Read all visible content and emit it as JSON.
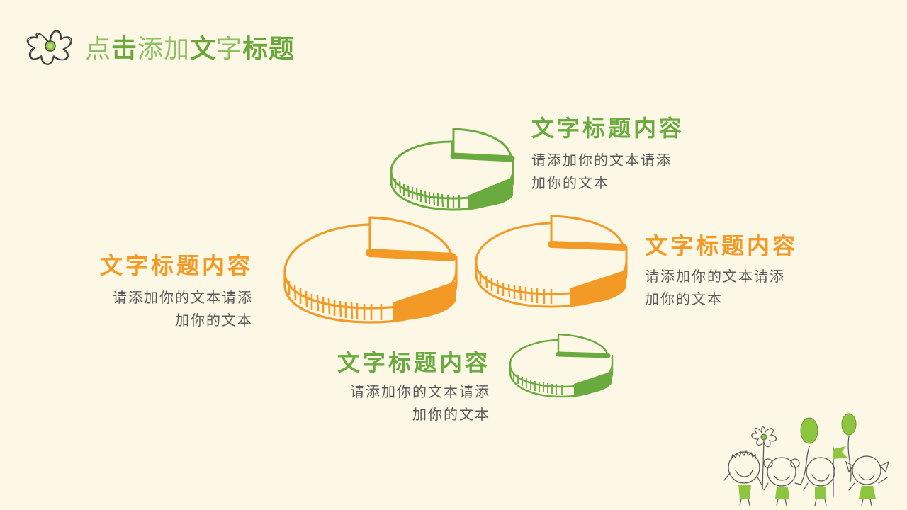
{
  "header": {
    "title_chars": [
      {
        "char": "点",
        "weight": "light"
      },
      {
        "char": "击",
        "weight": "bold"
      },
      {
        "char": "添",
        "weight": "light"
      },
      {
        "char": "加",
        "weight": "light"
      },
      {
        "char": "文",
        "weight": "bold"
      },
      {
        "char": "字",
        "weight": "light"
      },
      {
        "char": "标",
        "weight": "bold"
      },
      {
        "char": "题",
        "weight": "bold"
      }
    ],
    "title": "点击添加文字标题",
    "icon": "flower-icon"
  },
  "colors": {
    "background": "#fdf7e6",
    "green": "#6aab40",
    "orange": "#f39a26",
    "body_text": "#595959"
  },
  "items": [
    {
      "heading": "文字标题内容",
      "body_line1": "请添加你的文本请添",
      "body_line2": "加你的文本",
      "color": "green",
      "position": "top"
    },
    {
      "heading": "文字标题内容",
      "body_line1": "请添加你的文本请添",
      "body_line2": "加你的文本",
      "color": "orange",
      "position": "left"
    },
    {
      "heading": "文字标题内容",
      "body_line1": "请添加你的文本请添",
      "body_line2": "加你的文本",
      "color": "orange",
      "position": "right"
    },
    {
      "heading": "文字标题内容",
      "body_line1": "请添加你的文本请添",
      "body_line2": "加你的文本",
      "color": "green",
      "position": "bottom"
    }
  ],
  "decoration": {
    "bottom_right": "kids-with-balloons-illustration"
  }
}
